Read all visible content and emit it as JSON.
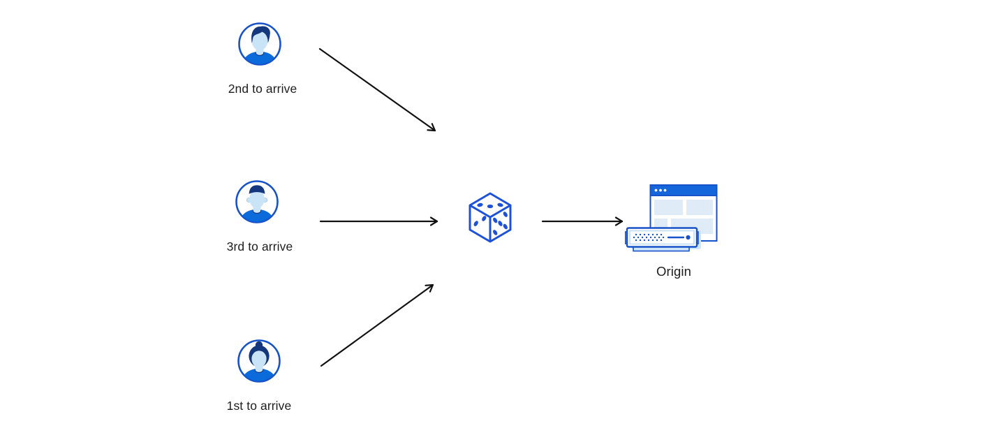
{
  "diagram": {
    "description": "Three clients arriving in different order send requests through a random selector (dice) to an origin server",
    "nodes": {
      "clients": [
        {
          "id": "client-second",
          "label": "2nd to arrive",
          "icon": "user-avatar-male-swept-hair-icon"
        },
        {
          "id": "client-third",
          "label": "3rd to arrive",
          "icon": "user-avatar-male-short-hair-icon"
        },
        {
          "id": "client-first",
          "label": "1st to arrive",
          "icon": "user-avatar-female-bun-icon"
        }
      ],
      "randomizer": {
        "id": "random-selector",
        "icon": "dice-icon"
      },
      "origin": {
        "id": "origin",
        "label": "Origin",
        "icon": "origin-server-browser-icon"
      }
    },
    "edges": [
      {
        "from": "client-second",
        "to": "random-selector"
      },
      {
        "from": "client-third",
        "to": "random-selector"
      },
      {
        "from": "client-first",
        "to": "random-selector"
      },
      {
        "from": "random-selector",
        "to": "origin"
      }
    ],
    "palette": {
      "outline_blue": "#1652C9",
      "bright_blue": "#0B6BDB",
      "hair_navy": "#14377D",
      "face_light_blue": "#C9E4F6",
      "pale_block_blue": "#DFECF7",
      "server_glow_blue": "#CFE5F8",
      "titlebar_blue": "#1565DB",
      "arrow_black": "#111111",
      "label_text": "#1d1d1d",
      "background": "#ffffff"
    }
  }
}
